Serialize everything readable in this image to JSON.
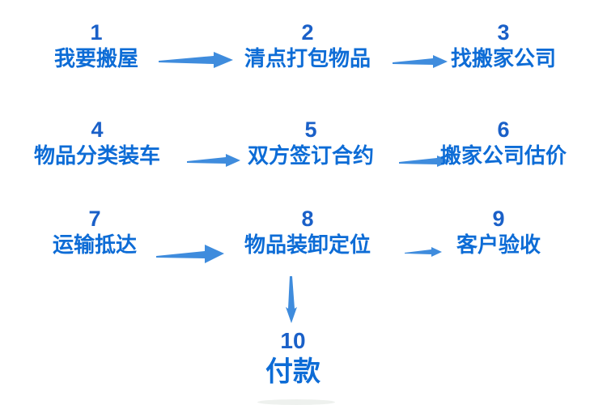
{
  "colors": {
    "background": "#ffffff",
    "step_number": "#1a60c8",
    "step_label": "#0d6cd6",
    "arrow": "#3f8cdd"
  },
  "steps": [
    {
      "num": "1",
      "label": "我要搬屋"
    },
    {
      "num": "2",
      "label": "清点打包物品"
    },
    {
      "num": "3",
      "label": "找搬家公司"
    },
    {
      "num": "4",
      "label": "物品分类装车"
    },
    {
      "num": "5",
      "label": "双方签订合约"
    },
    {
      "num": "6",
      "label": "搬家公司估价"
    },
    {
      "num": "7",
      "label": "运输抵达"
    },
    {
      "num": "8",
      "label": "物品装卸定位"
    },
    {
      "num": "9",
      "label": "客户验收"
    },
    {
      "num": "10",
      "label": "付款"
    }
  ],
  "connections": [
    {
      "from": "1",
      "to": "2",
      "direction": "right"
    },
    {
      "from": "2",
      "to": "3",
      "direction": "right"
    },
    {
      "from": "4",
      "to": "5",
      "direction": "right"
    },
    {
      "from": "5",
      "to": "6",
      "direction": "right"
    },
    {
      "from": "7",
      "to": "8",
      "direction": "right"
    },
    {
      "from": "8",
      "to": "9",
      "direction": "right"
    },
    {
      "from": "8",
      "to": "10",
      "direction": "down"
    }
  ]
}
